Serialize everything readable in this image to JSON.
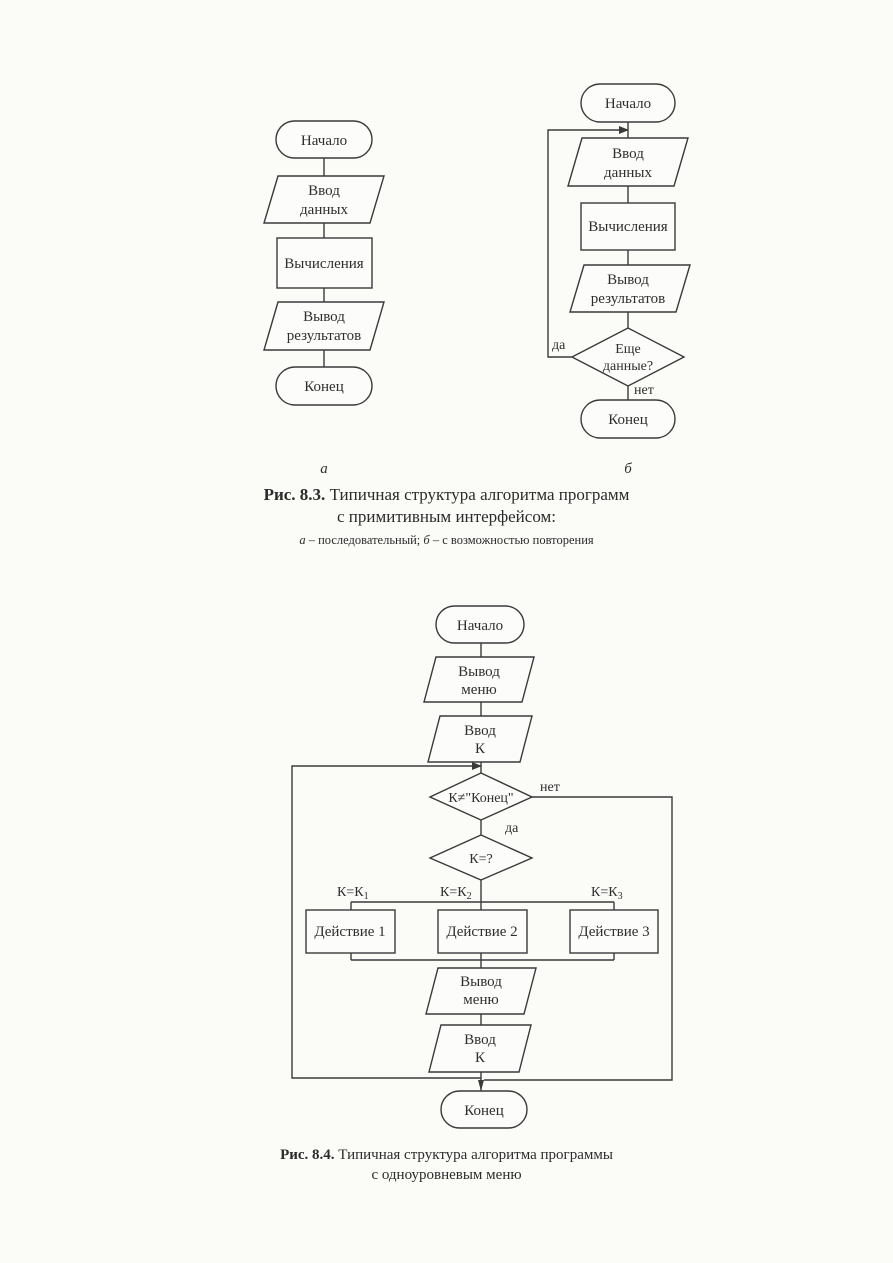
{
  "fig83": {
    "a": {
      "start": "Начало",
      "input": [
        "Ввод",
        "данных"
      ],
      "calc": "Вычисления",
      "output": [
        "Вывод",
        "результатов"
      ],
      "end": "Конец"
    },
    "b": {
      "start": "Начало",
      "input": [
        "Ввод",
        "данных"
      ],
      "calc": "Вычисления",
      "output": [
        "Вывод",
        "результатов"
      ],
      "decision": [
        "Еще",
        "данные?"
      ],
      "yes": "да",
      "no": "нет",
      "end": "Конец"
    },
    "label_a": "а",
    "label_b": "б",
    "caption_num": "Рис. 8.3.",
    "caption_line1": "Типичная структура алгоритма программ",
    "caption_line2": "с примитивным интерфейсом:",
    "caption_sub_a": "а",
    "caption_sub_a_text": " – последовательный; ",
    "caption_sub_b": "б",
    "caption_sub_b_text": " – с возможностью повторения"
  },
  "fig84": {
    "start": "Начало",
    "menu1": [
      "Вывод",
      "меню"
    ],
    "input1": [
      "Ввод",
      "К"
    ],
    "cond": "К≠\"Конец\"",
    "no": "нет",
    "yes": "да",
    "switch": "К=?",
    "case1": "К=К",
    "case1_sub": "1",
    "case2": "К=К",
    "case2_sub": "2",
    "case3": "К=К",
    "case3_sub": "3",
    "action1": "Действие 1",
    "action2": "Действие 2",
    "action3": "Действие 3",
    "menu2": [
      "Вывод",
      "меню"
    ],
    "input2": [
      "Ввод",
      "К"
    ],
    "end": "Конец",
    "caption_num": "Рис. 8.4.",
    "caption_line1": "Типичная структура алгоритма программы",
    "caption_line2": "с одноуровневым меню"
  }
}
